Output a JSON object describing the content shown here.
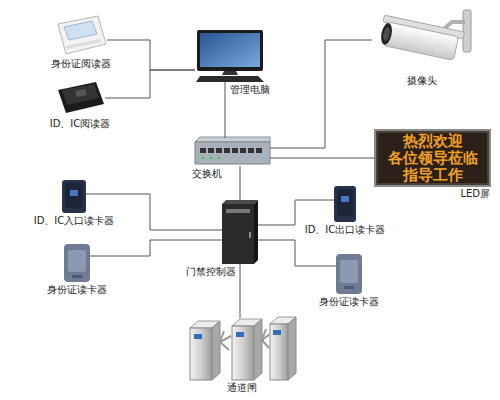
{
  "diagram": {
    "nodes": [
      {
        "text": [
          "身份证阅读器"
        ]
      },
      {
        "text": [
          "ID、IC阅读器"
        ]
      },
      {
        "text": [
          "管理电脑"
        ]
      },
      {
        "text": [
          "摄像头"
        ]
      },
      {
        "text": [
          "交换机"
        ]
      },
      {
        "text": [
          "热烈欢迎 各位领导莅临 指导工作",
          "LED屏"
        ]
      },
      {
        "text": [
          "ID、IC入口读卡器"
        ]
      },
      {
        "text": [
          "门禁控制器"
        ]
      },
      {
        "text": [
          "ID、IC出口读卡器"
        ]
      },
      {
        "text": [
          "身份证读卡器"
        ]
      },
      {
        "text": [
          "身份证读卡器"
        ]
      },
      {
        "text": [
          "通道闸"
        ]
      }
    ],
    "edges": [
      {
        "from": 0,
        "to": 2,
        "arrow": "none"
      },
      {
        "from": 1,
        "to": 2,
        "arrow": "none"
      },
      {
        "from": 2,
        "to": 4,
        "arrow": "none"
      },
      {
        "from": 3,
        "to": 4,
        "arrow": "none"
      },
      {
        "from": 5,
        "to": 4,
        "arrow": "none"
      },
      {
        "from": 4,
        "to": 7,
        "arrow": "none"
      },
      {
        "from": 6,
        "to": 7,
        "arrow": "none"
      },
      {
        "from": 9,
        "to": 7,
        "arrow": "none"
      },
      {
        "from": 8,
        "to": 7,
        "arrow": "none"
      },
      {
        "from": 10,
        "to": 7,
        "arrow": "none"
      },
      {
        "from": 7,
        "to": 11,
        "arrow": "none"
      }
    ]
  }
}
